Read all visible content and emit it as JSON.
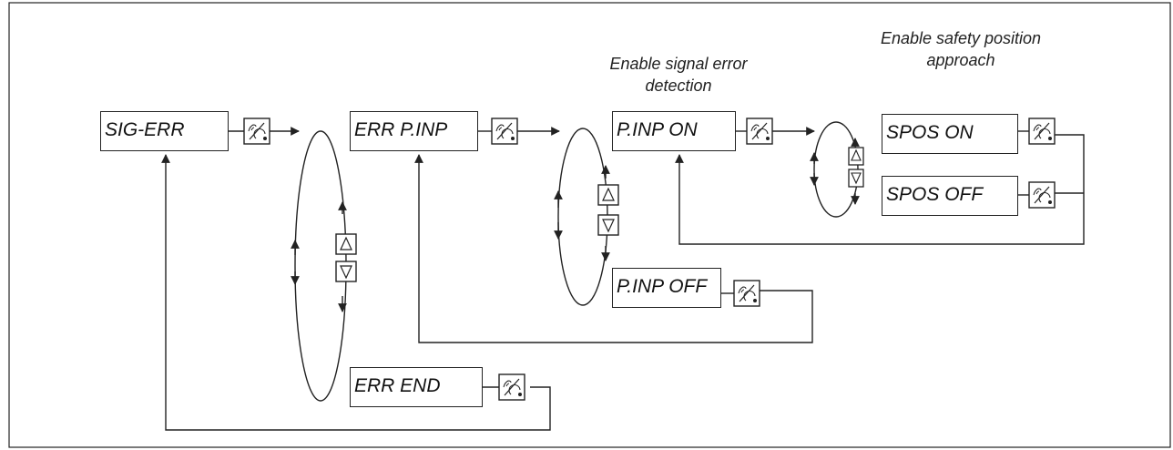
{
  "menu": {
    "sig_err": "SIG-ERR",
    "err_pinp": "ERR P.INP",
    "err_end": "ERR END",
    "pinp_on": "P.INP ON",
    "pinp_off": "P.INP OFF",
    "spos_on": "SPOS ON",
    "spos_off": "SPOS OFF"
  },
  "annotations": {
    "signal_error_line1": "Enable signal error",
    "signal_error_line2": "detection",
    "safety_line1": "Enable safety position",
    "safety_line2": "approach"
  },
  "icons": {
    "enter_key": "hand-enter-key-icon",
    "arrow_up_key": "up-triangle-key-icon",
    "arrow_down_key": "down-triangle-key-icon"
  },
  "colors": {
    "line": "#222222",
    "background": "#ffffff"
  }
}
